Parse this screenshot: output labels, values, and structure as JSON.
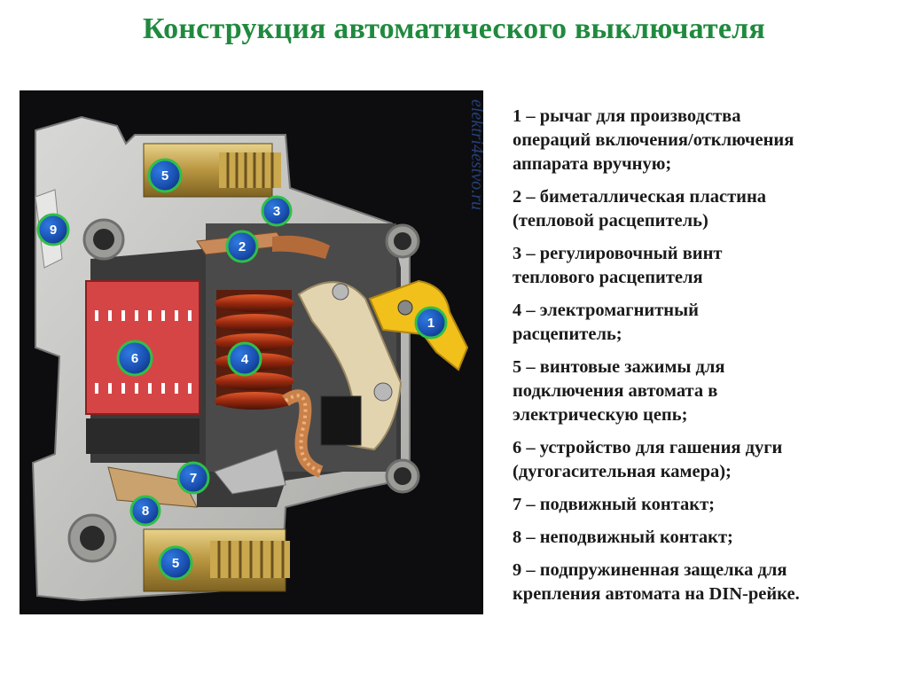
{
  "title": "Конструкция автоматического выключателя",
  "watermark": "elektri4estvo.ru",
  "colors": {
    "title": "#1f8a3e",
    "marker_fill": "#1e5fc4",
    "marker_ring": "#2fbf4a"
  },
  "markers": [
    {
      "label": "1",
      "name": "marker-1"
    },
    {
      "label": "2",
      "name": "marker-2"
    },
    {
      "label": "3",
      "name": "marker-3"
    },
    {
      "label": "4",
      "name": "marker-4"
    },
    {
      "label": "5",
      "name": "marker-5-top"
    },
    {
      "label": "5",
      "name": "marker-5-bottom"
    },
    {
      "label": "6",
      "name": "marker-6"
    },
    {
      "label": "7",
      "name": "marker-7"
    },
    {
      "label": "8",
      "name": "marker-8"
    },
    {
      "label": "9",
      "name": "marker-9"
    }
  ],
  "legend": [
    {
      "lines": [
        "1 – рычаг для производства",
        "операций включения/отключения",
        "аппарата вручную;"
      ]
    },
    {
      "lines": [
        "2 – биметаллическая пластина",
        "(тепловой расцепитель)"
      ]
    },
    {
      "lines": [
        "3 – регулировочный винт",
        "теплового расцепителя"
      ]
    },
    {
      "lines": [
        "4 – электромагнитный",
        "расцепитель;"
      ]
    },
    {
      "lines": [
        "5 – винтовые зажимы для",
        "подключения автомата в",
        "электрическую цепь;"
      ]
    },
    {
      "lines": [
        "6 – устройство для гашения дуги",
        "(дугогасительная камера);"
      ]
    },
    {
      "lines": [
        "7 – подвижный контакт;"
      ]
    },
    {
      "lines": [
        "8 – неподвижный контакт;"
      ]
    },
    {
      "lines": [
        "9 – подпружиненная защелка для",
        "крепления автомата на DIN-рейке."
      ]
    }
  ]
}
